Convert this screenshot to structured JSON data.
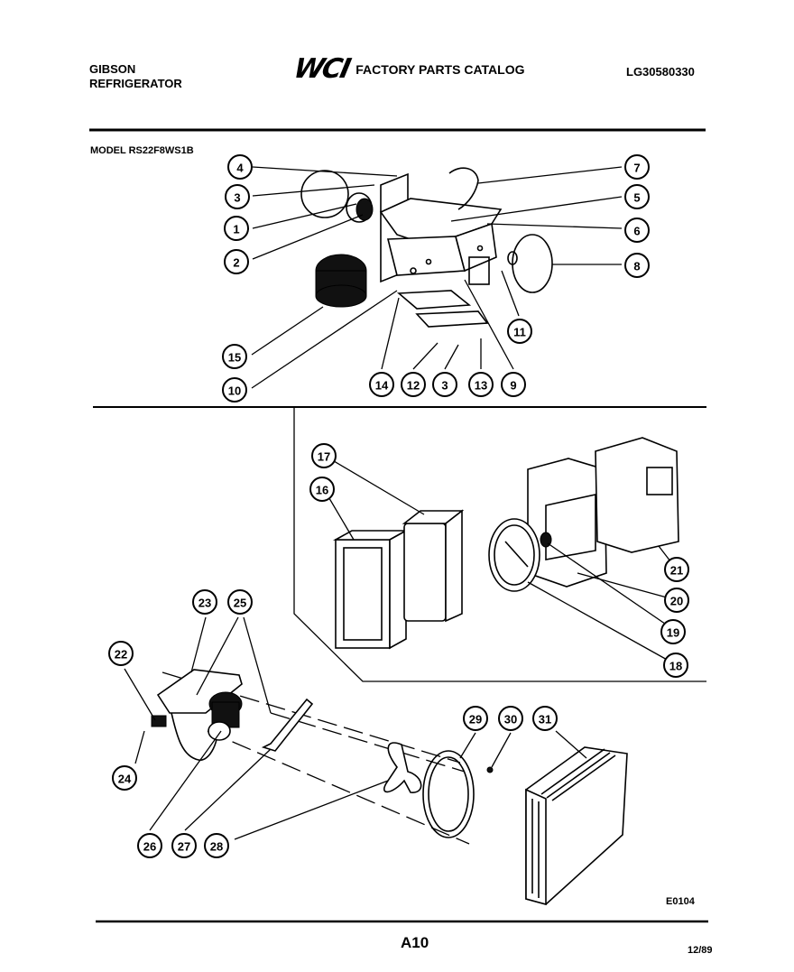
{
  "header": {
    "brand_line1": "GIBSON",
    "brand_line2": "REFRIGERATOR",
    "logo_text": "WCI",
    "catalog_title": "FACTORY PARTS CATALOG",
    "catalog_id": "LG30580330",
    "model_label": "MODEL RS22F8WS1B"
  },
  "footer": {
    "page_number": "A10",
    "date_code": "12/89",
    "drawing_code": "E0104"
  },
  "callouts": [
    "4",
    "3",
    "1",
    "2",
    "15",
    "10",
    "7",
    "5",
    "6",
    "8",
    "11",
    "14",
    "12",
    "3",
    "13",
    "9",
    "17",
    "16",
    "21",
    "20",
    "19",
    "18",
    "23",
    "25",
    "22",
    "24",
    "26",
    "27",
    "28",
    "29",
    "30",
    "31"
  ]
}
